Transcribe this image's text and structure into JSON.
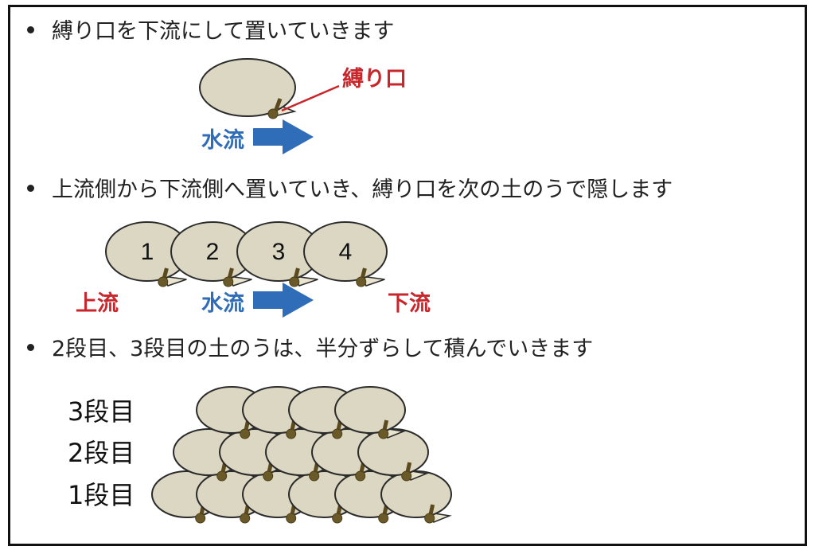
{
  "bullets": [
    "縛り口を下流にして置いていきます",
    "上流側から下流側へ置いていき、縛り口を次の土のうで隠します",
    "2段目、3段目の土のうは、半分ずらして積んでいきます"
  ],
  "labels": {
    "tie_opening": "縛り口",
    "water_flow": "水流",
    "upstream": "上流",
    "downstream": "下流"
  },
  "bag_numbers": [
    "1",
    "2",
    "3",
    "4"
  ],
  "tiers": [
    "3段目",
    "2段目",
    "1段目"
  ],
  "colors": {
    "bag_fill": "#dcd7c2",
    "red_label": "#c8262b",
    "blue_label": "#2f6db8",
    "arrow": "#2f6db8"
  }
}
